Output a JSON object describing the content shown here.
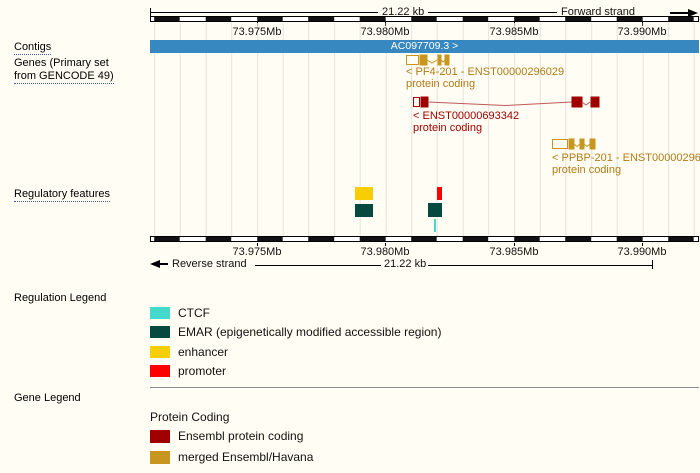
{
  "ruler": {
    "scale_label": "21.22 kb",
    "forward_strand": "Forward strand",
    "reverse_strand": "Reverse strand",
    "tick_labels": [
      "73.975Mb",
      "73.980Mb",
      "73.985Mb",
      "73.990Mb"
    ]
  },
  "sidebar": {
    "contigs_label": "Contigs",
    "genes_label_line1": "Genes (Primary set",
    "genes_label_line2": "from GENCODE 49)",
    "regulatory_label": "Regulatory features",
    "regulation_legend_label": "Regulation Legend",
    "gene_legend_label": "Gene Legend"
  },
  "contig": {
    "name": "AC097709.3 >",
    "color": "#3787c0"
  },
  "genes": [
    {
      "label": "< PF4-201 - ENST00000296029",
      "biotype": "protein coding",
      "set": "merged Ensembl/Havana"
    },
    {
      "label": "< ENST00000693342",
      "biotype": "protein coding",
      "set": "Ensembl protein coding"
    },
    {
      "label": "< PPBP-201 - ENST00000296",
      "biotype": "protein coding",
      "set": "merged Ensembl/Havana"
    }
  ],
  "regulatory_features": [
    {
      "type": "enhancer",
      "color": "#f7cd05"
    },
    {
      "type": "promoter",
      "color": "#fe0000"
    },
    {
      "type": "EMAR",
      "color": "#07493f"
    },
    {
      "type": "EMAR",
      "color": "#07493f"
    },
    {
      "type": "CTCF",
      "color": "#45d9cd"
    }
  ],
  "regulation_legend": {
    "title": "Regulation Legend",
    "items": [
      {
        "label": "CTCF",
        "color": "#45d9cd"
      },
      {
        "label": "EMAR (epigenetically modified accessible region)",
        "color": "#07493f"
      },
      {
        "label": "enhancer",
        "color": "#f7cd05"
      },
      {
        "label": "promoter",
        "color": "#fe0000"
      }
    ]
  },
  "gene_legend": {
    "title": "Gene Legend",
    "section": "Protein Coding",
    "items": [
      {
        "label": "Ensembl protein coding",
        "color": "#a00000"
      },
      {
        "label": "merged Ensembl/Havana",
        "color": "#c8961e"
      }
    ]
  }
}
